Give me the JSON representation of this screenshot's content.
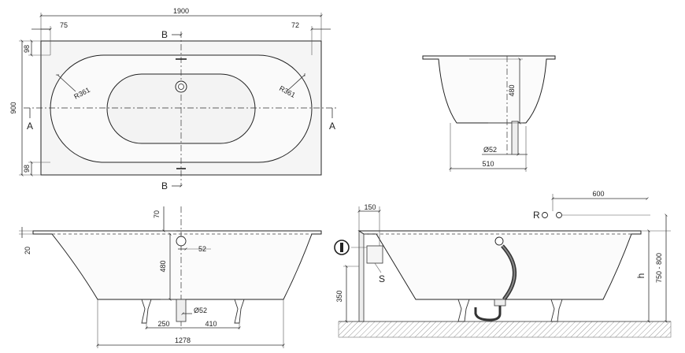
{
  "top_view": {
    "width": "1900",
    "left_offset": "75",
    "right_offset": "72",
    "depth": "900",
    "edge_top": "98",
    "edge_bottom": "98",
    "radius_left": "R361",
    "radius_right": "R361",
    "section_a_left": "A",
    "section_a_right": "A",
    "section_b_top": "B",
    "section_b_bottom": "B"
  },
  "section_view": {
    "inner_depth": "480",
    "drain_diameter": "Ø52",
    "bottom_width": "510"
  },
  "front_view": {
    "rim": "20",
    "overflow_height": "70",
    "overflow_offset": "52",
    "inner_depth": "480",
    "drain_diameter": "Ø52",
    "drain_left": "250",
    "drain_right": "410",
    "base_length": "1278"
  },
  "install_view": {
    "offset": "150",
    "r_label": "R",
    "r_distance": "600",
    "s_label": "S",
    "floor_height": "350",
    "h_label": "h",
    "total_height": "750 - 800"
  }
}
